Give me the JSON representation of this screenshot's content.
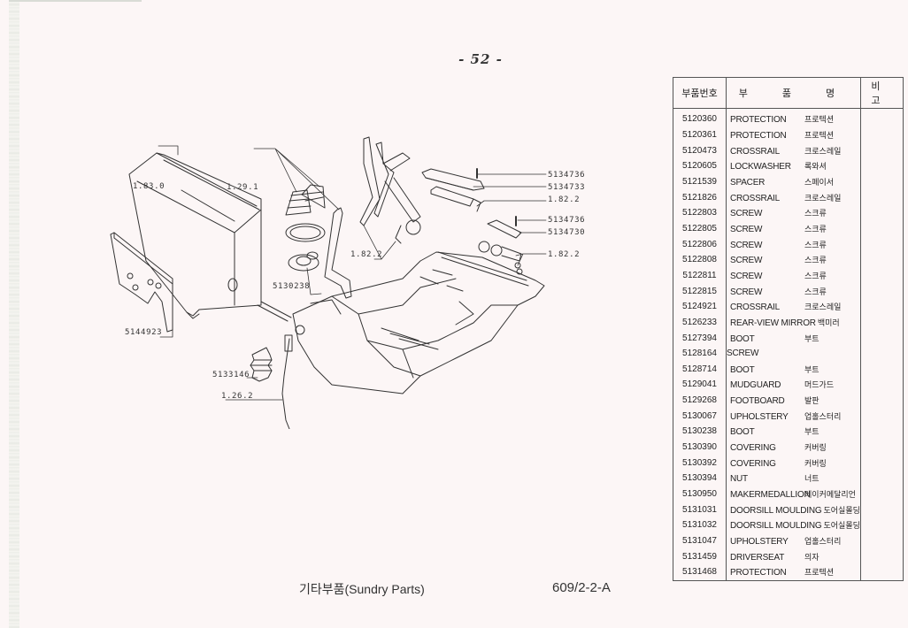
{
  "page": {
    "number": "- 52 -",
    "footer_title": "기타부품(Sundry Parts)",
    "footer_code": "609/2-2-A"
  },
  "table": {
    "headers": {
      "part_no": "부품번호",
      "part_name": "부 품 명",
      "remarks": "비 고"
    },
    "rows": [
      {
        "no": "5120360",
        "en": "PROTECTION",
        "ko": "프로텍션"
      },
      {
        "no": "5120361",
        "en": "PROTECTION",
        "ko": "프로텍션"
      },
      {
        "no": "5120473",
        "en": "CROSSRAIL",
        "ko": "크로스레일"
      },
      {
        "no": "5120605",
        "en": "LOCKWASHER",
        "ko": "록와셔"
      },
      {
        "no": "5121539",
        "en": "SPACER",
        "ko": "스페이서"
      },
      {
        "no": "5121826",
        "en": "CROSSRAIL",
        "ko": "크로스레일"
      },
      {
        "no": "5122803",
        "en": "SCREW",
        "ko": "스크류"
      },
      {
        "no": "5122805",
        "en": "SCREW",
        "ko": "스크류"
      },
      {
        "no": "5122806",
        "en": "SCREW",
        "ko": "스크류"
      },
      {
        "no": "5122808",
        "en": "SCREW",
        "ko": "스크류"
      },
      {
        "no": "5122811",
        "en": "SCREW",
        "ko": "스크류"
      },
      {
        "no": "5122815",
        "en": "SCREW",
        "ko": "스크류"
      },
      {
        "no": "5124921",
        "en": "CROSSRAIL",
        "ko": "크로스레일"
      },
      {
        "no": "5126233",
        "en": "REAR-VIEW MIRROR",
        "ko": "백미러"
      },
      {
        "no": "5127394",
        "en": "BOOT",
        "ko": "부트"
      },
      {
        "no": "5128164",
        "en": "SCREW",
        "ko": ""
      },
      {
        "no": "5128714",
        "en": "BOOT",
        "ko": "부트"
      },
      {
        "no": "5129041",
        "en": "MUDGUARD",
        "ko": "머드가드"
      },
      {
        "no": "5129268",
        "en": "FOOTBOARD",
        "ko": "발판"
      },
      {
        "no": "5130067",
        "en": "UPHOLSTERY",
        "ko": "업홀스터리"
      },
      {
        "no": "5130238",
        "en": "BOOT",
        "ko": "부트"
      },
      {
        "no": "5130390",
        "en": "COVERING",
        "ko": "커버링"
      },
      {
        "no": "5130392",
        "en": "COVERING",
        "ko": "커버링"
      },
      {
        "no": "5130394",
        "en": "NUT",
        "ko": "너트"
      },
      {
        "no": "5130950",
        "en": "MAKERMEDALLION",
        "ko": "메이커메달리언"
      },
      {
        "no": "5131031",
        "en": "DOORSILL MOULDING",
        "ko": "도어실몰딩"
      },
      {
        "no": "5131032",
        "en": "DOORSILL MOULDING",
        "ko": "도어실몰딩"
      },
      {
        "no": "5131047",
        "en": "UPHOLSTERY",
        "ko": "업홀스터리"
      },
      {
        "no": "5131459",
        "en": "DRIVERSEAT",
        "ko": "의자"
      },
      {
        "no": "5131468",
        "en": "PROTECTION",
        "ko": "프로텍션"
      }
    ]
  },
  "callouts": {
    "c1830": "1.83.0",
    "c1291": "1.29.1",
    "c5144923": "5144923",
    "c5130238": "5130238",
    "c5133146": "5133146",
    "c1262": "1.26.2",
    "c1822_left": "1.82.2",
    "c5134736_top": "5134736",
    "c5134733": "5134733",
    "c1822_top": "1.82.2",
    "c5134736_mid": "5134736",
    "c5134730": "5134730",
    "c1822_right": "1.82.2"
  }
}
